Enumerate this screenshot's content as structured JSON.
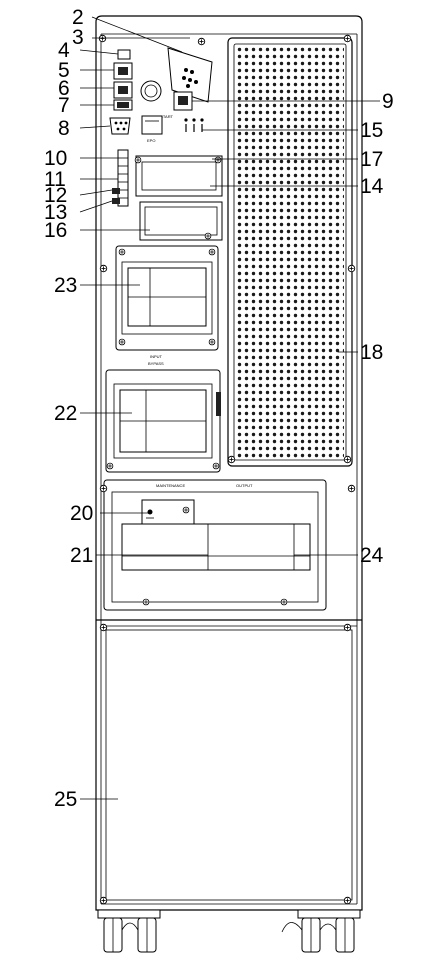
{
  "callouts": [
    {
      "id": "2",
      "text": "2"
    },
    {
      "id": "3",
      "text": "3"
    },
    {
      "id": "4",
      "text": "4"
    },
    {
      "id": "5",
      "text": "5"
    },
    {
      "id": "6",
      "text": "6"
    },
    {
      "id": "7",
      "text": "7"
    },
    {
      "id": "8",
      "text": "8"
    },
    {
      "id": "9",
      "text": "9"
    },
    {
      "id": "10",
      "text": "10"
    },
    {
      "id": "11",
      "text": "11"
    },
    {
      "id": "12",
      "text": "12"
    },
    {
      "id": "13",
      "text": "13"
    },
    {
      "id": "14",
      "text": "14"
    },
    {
      "id": "15",
      "text": "15"
    },
    {
      "id": "16",
      "text": "16"
    },
    {
      "id": "17",
      "text": "17"
    },
    {
      "id": "18",
      "text": "18"
    },
    {
      "id": "20",
      "text": "20"
    },
    {
      "id": "21",
      "text": "21"
    },
    {
      "id": "22",
      "text": "22"
    },
    {
      "id": "23",
      "text": "23"
    },
    {
      "id": "24",
      "text": "24"
    },
    {
      "id": "25",
      "text": "25"
    }
  ],
  "panel_labels": {
    "maintenance": "MAINTENANCE",
    "output": "OUTPUT",
    "bypass_line1": "INPUT",
    "bypass_line2": "BYPASS",
    "cold_start": "COLD START",
    "epo": "EPO"
  }
}
